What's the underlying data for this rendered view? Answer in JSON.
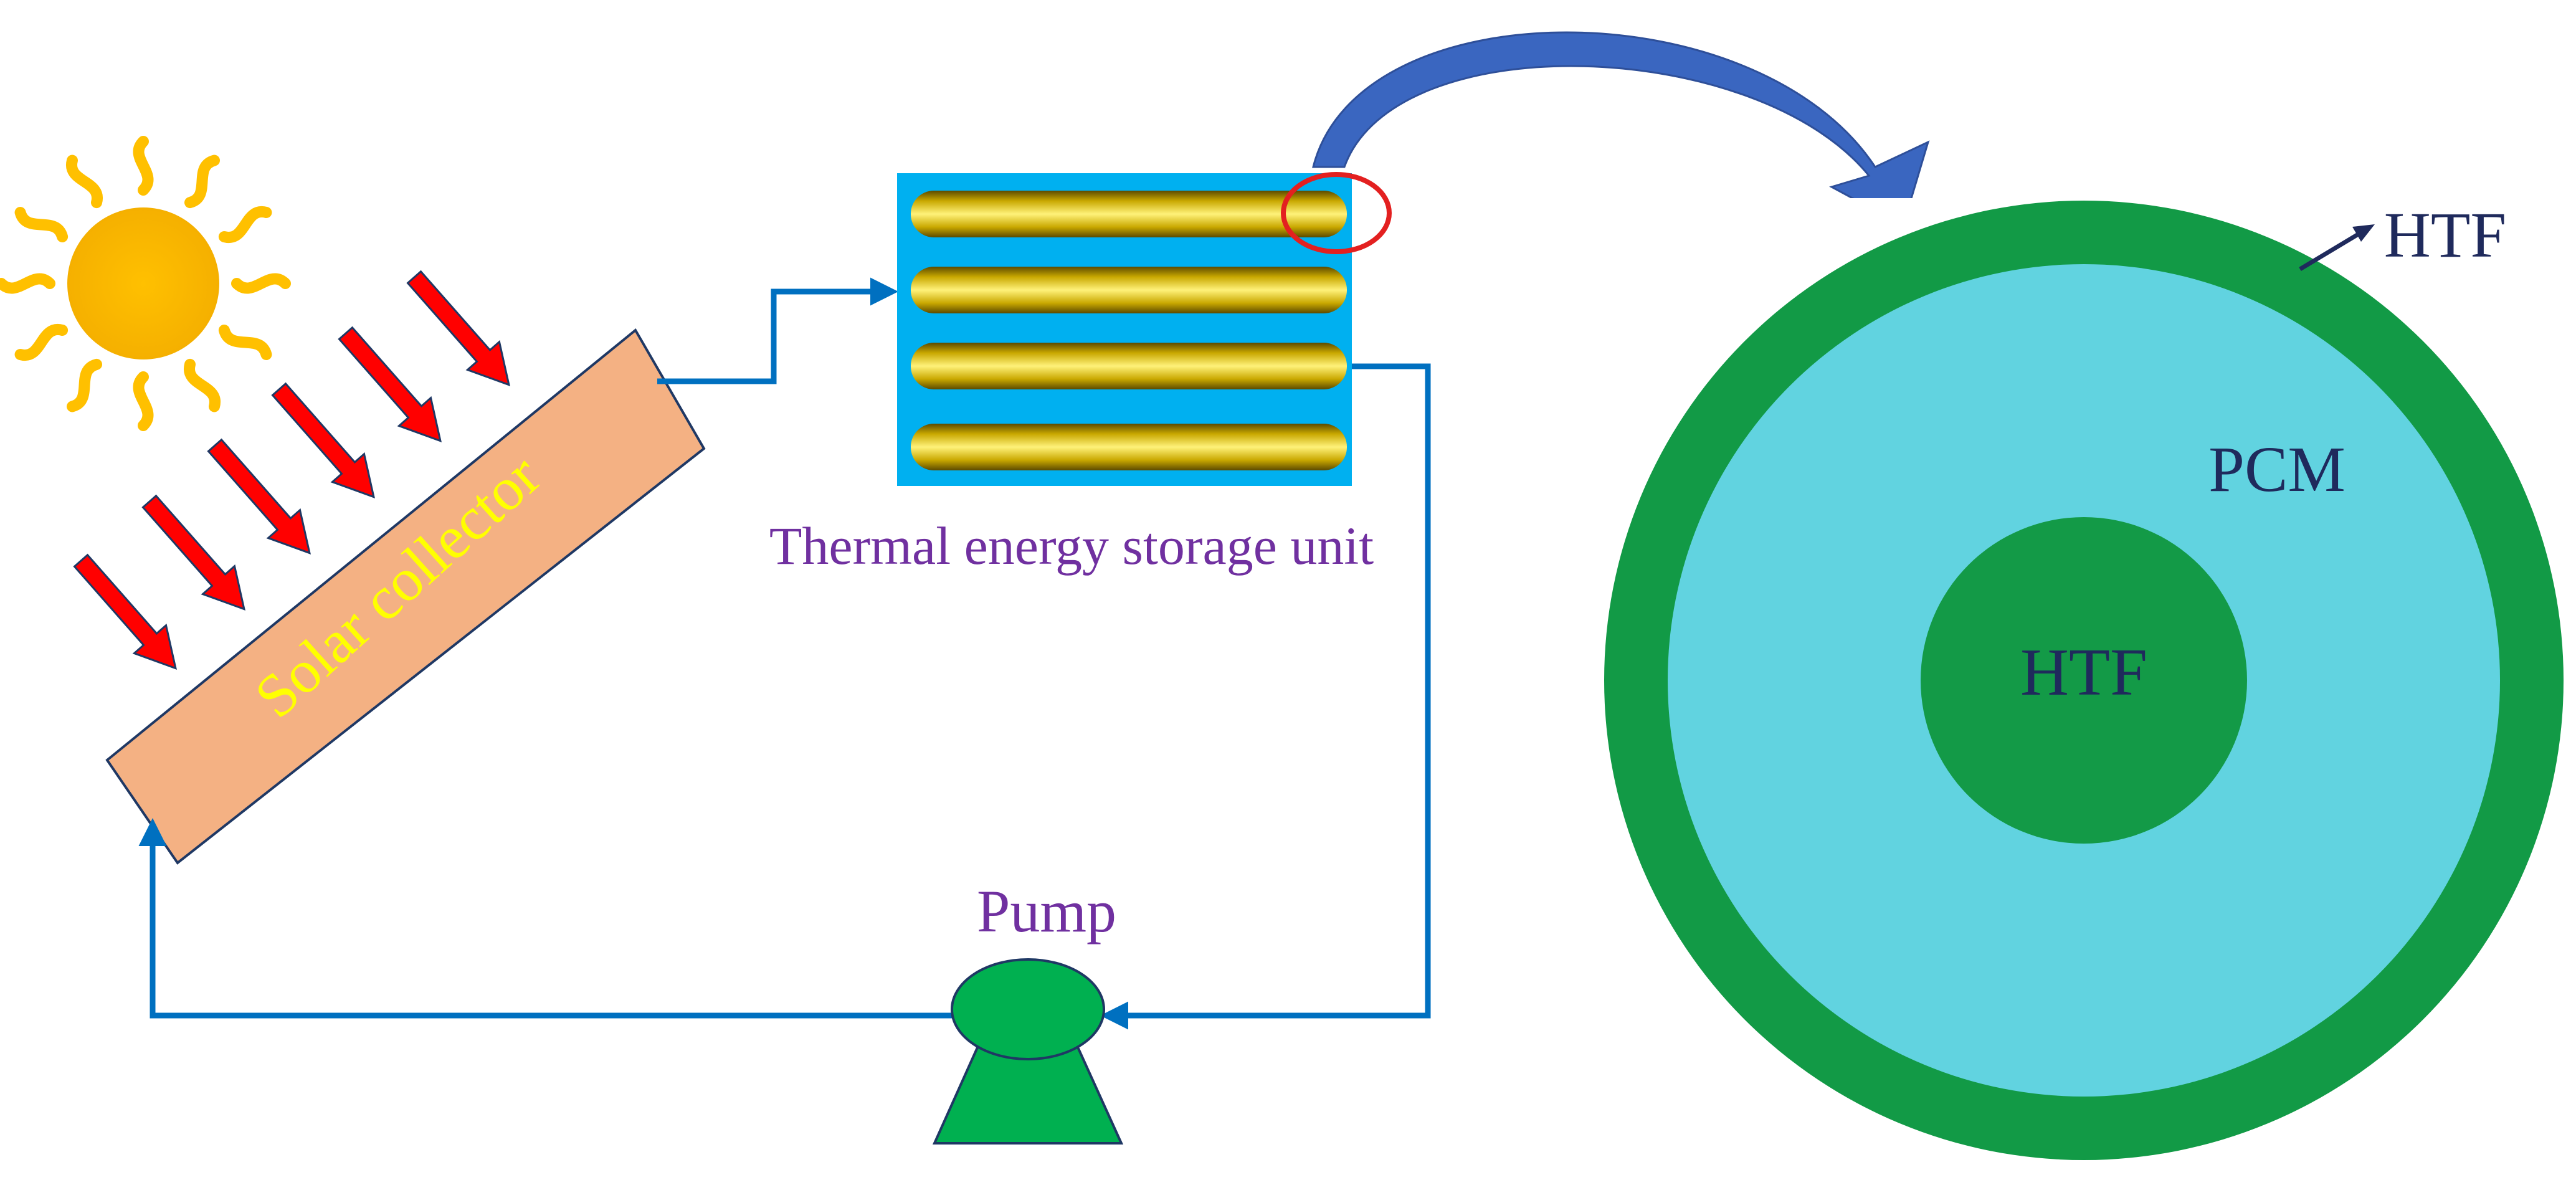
{
  "labels": {
    "solar_collector": "Solar collector",
    "storage_unit": "Thermal energy storage unit",
    "pump": "Pump",
    "htf_outer": "HTF",
    "pcm": "PCM",
    "htf_inner": "HTF"
  },
  "colors": {
    "sun": "#FFC000",
    "ray_arrow": "#FF0000",
    "collector_fill": "#F4B183",
    "collector_text": "#FFFF00",
    "pipe": "#0070C0",
    "storage_fill": "#00B0F0",
    "tube_gold": "#C9A800",
    "highlight_circle": "#E32020",
    "curved_arrow": "#3A66C0",
    "purple_text": "#7030A0",
    "pump_fill": "#00B050",
    "outer_ring": "#129A46",
    "pcm_fill": "#61D3E0",
    "inner_core": "#139A47",
    "navy_text": "#1F2A5C"
  },
  "icons": [
    "sun-icon",
    "pump-icon"
  ]
}
